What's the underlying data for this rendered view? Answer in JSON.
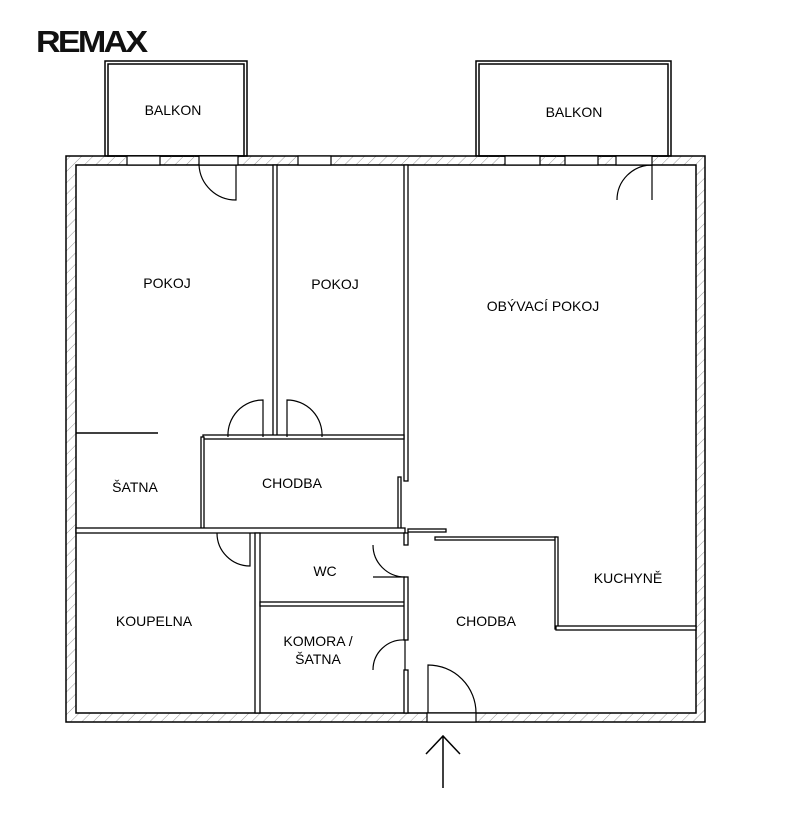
{
  "logo": {
    "text": "RE/MAX",
    "display": "REMAX",
    "mark": "."
  },
  "rooms": {
    "balkon_left": "BALKON",
    "balkon_right": "BALKON",
    "pokoj_1": "POKOJ",
    "pokoj_2": "POKOJ",
    "obyvaci_pokoj": "OBÝVACÍ POKOJ",
    "satna": "ŠATNA",
    "chodba_upper": "CHODBA",
    "wc": "WC",
    "koupelna": "KOUPELNA",
    "komora_line1": "KOMORA /",
    "komora_line2": "ŠATNA",
    "chodba_lower": "CHODBA",
    "kuchyne": "KUCHYNĚ"
  },
  "colors": {
    "wall": "#000000",
    "hatch": "#888888"
  }
}
